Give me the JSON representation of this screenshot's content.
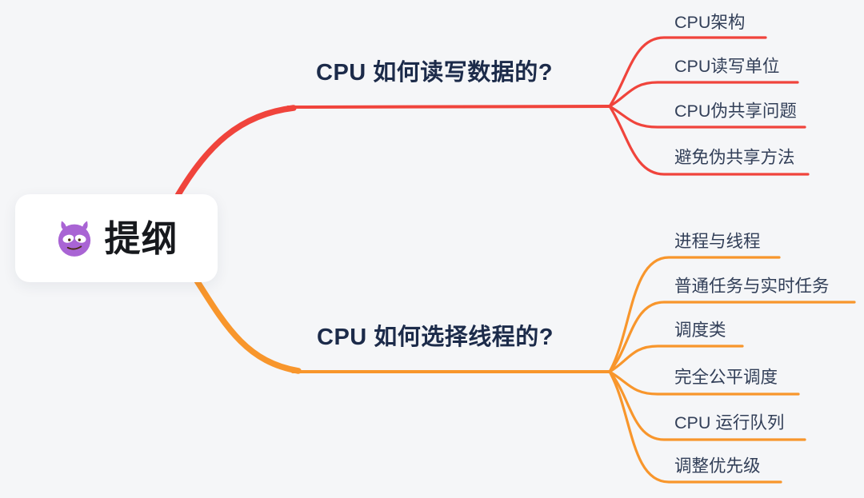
{
  "root": {
    "label": "提纲",
    "icon": "devil-emoji"
  },
  "branches": [
    {
      "label": "CPU 如何读写数据的?",
      "color": "#f0443c",
      "children": [
        "CPU架构",
        "CPU读写单位",
        "CPU伪共享问题",
        "避免伪共享方法"
      ]
    },
    {
      "label": "CPU 如何选择线程的?",
      "color": "#f8962c",
      "children": [
        "进程与线程",
        "普通任务与实时任务",
        "调度类",
        "完全公平调度",
        "CPU 运行队列",
        "调整优先级"
      ]
    }
  ],
  "colors": {
    "red": "#f0443c",
    "orange": "#f8962c",
    "heading": "#1c2b4a",
    "child": "#323f58",
    "bg": "#f5f6f8",
    "node-bg": "#ffffff",
    "emoji-purple": "#a964d4"
  }
}
